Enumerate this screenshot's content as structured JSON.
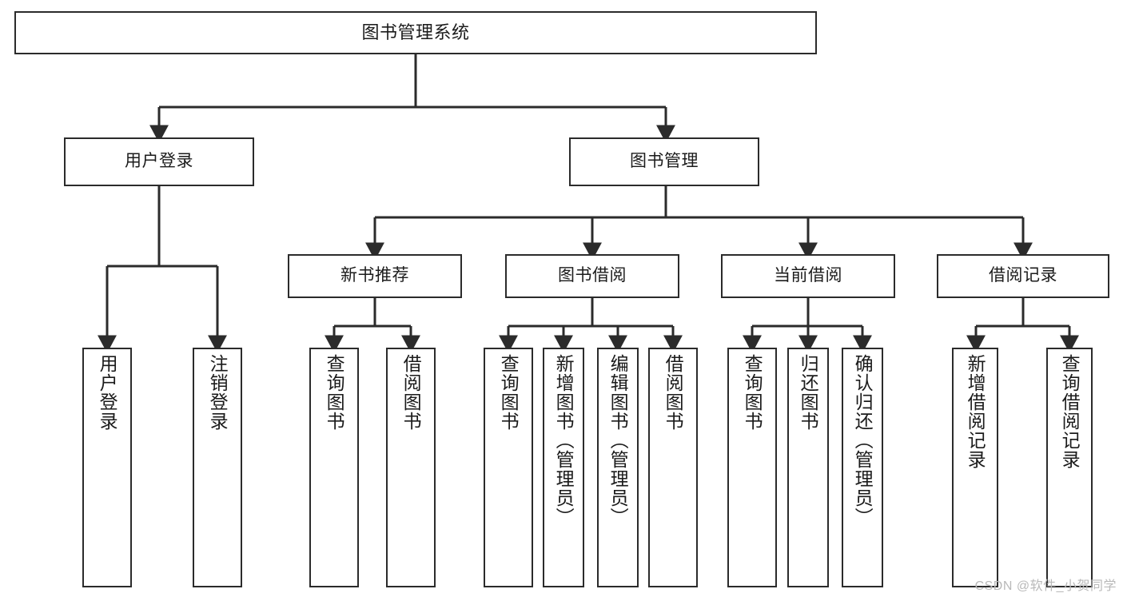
{
  "diagram": {
    "title": "图书管理系统",
    "type": "tree",
    "style": {
      "box_border": "#2b2b2b",
      "box_fill": "#ffffff",
      "edge_color": "#2b2b2b",
      "text_color": "#1b1b1b",
      "background": "#ffffff"
    },
    "nodes": {
      "root": {
        "label": "图书管理系统"
      },
      "level1": [
        {
          "id": "user-login",
          "label": "用户登录"
        },
        {
          "id": "book-manage",
          "label": "图书管理"
        }
      ],
      "level2": [
        {
          "id": "new-book-recommend",
          "label": "新书推荐"
        },
        {
          "id": "book-borrow",
          "label": "图书借阅"
        },
        {
          "id": "current-borrow",
          "label": "当前借阅"
        },
        {
          "id": "borrow-record",
          "label": "借阅记录"
        }
      ],
      "leaves": {
        "user-login": [
          {
            "id": "leaf-user-login",
            "label": "用户登录"
          },
          {
            "id": "leaf-logout-login",
            "label": "注销登录"
          }
        ],
        "new-book-recommend": [
          {
            "id": "leaf-query-book-1",
            "label": "查询图书"
          },
          {
            "id": "leaf-borrow-book-1",
            "label": "借阅图书"
          }
        ],
        "book-borrow": [
          {
            "id": "leaf-query-book-2",
            "label": "查询图书"
          },
          {
            "id": "leaf-add-book",
            "label": "新增图书（管理员）"
          },
          {
            "id": "leaf-edit-book",
            "label": "编辑图书（管理员）"
          },
          {
            "id": "leaf-borrow-book-2",
            "label": "借阅图书"
          }
        ],
        "current-borrow": [
          {
            "id": "leaf-query-book-3",
            "label": "查询图书"
          },
          {
            "id": "leaf-return-book",
            "label": "归还图书"
          },
          {
            "id": "leaf-confirm-return",
            "label": "确认归还（管理员）"
          }
        ],
        "borrow-record": [
          {
            "id": "leaf-add-record",
            "label": "新增借阅记录"
          },
          {
            "id": "leaf-query-record",
            "label": "查询借阅记录"
          }
        ]
      }
    }
  },
  "watermark": {
    "text": "CSDN @软件_小贺同学"
  }
}
